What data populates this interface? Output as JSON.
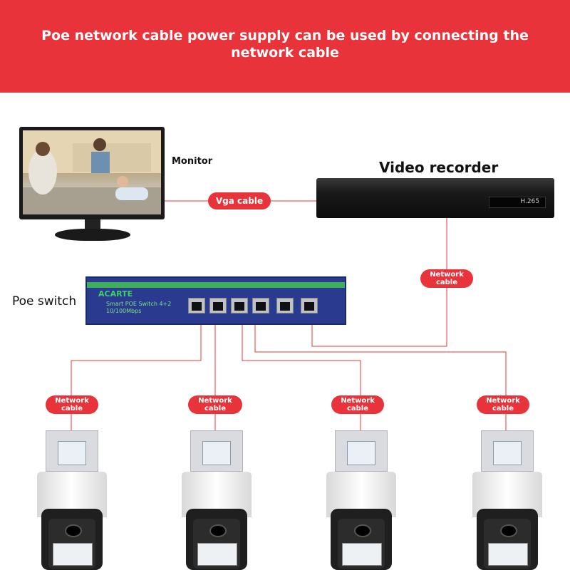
{
  "banner": {
    "text": "Poe network cable power supply can be used by connecting the network cable"
  },
  "labels": {
    "monitor": "Monitor",
    "video_recorder": "Video recorder",
    "poe_switch": "Poe switch"
  },
  "cables": {
    "vga": "Vga cable",
    "network_recorder": "Network cable",
    "network_cam1": "Network cable",
    "network_cam2": "Network cable",
    "network_cam3": "Network cable",
    "network_cam4": "Network cable"
  },
  "switch_device": {
    "brand": "ACARTE",
    "model": "Smart POE Switch 4+2 10/100Mbps"
  },
  "recorder_device": {
    "codec": "H.265"
  },
  "colors": {
    "accent": "#e8333a",
    "wire": "#e8333a",
    "switch_body": "#2a3b8f",
    "switch_stripe": "#3fae5a"
  }
}
